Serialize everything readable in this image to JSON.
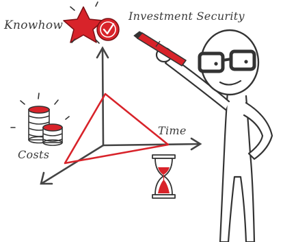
{
  "labels": {
    "knowhow": "Knowhow",
    "investment_security": "Investment Security",
    "time": "Time",
    "costs": "Costs"
  },
  "colors": {
    "accent_red": "#d8232a",
    "ink": "#333333",
    "background": "#ffffff"
  },
  "icons": [
    "star-icon",
    "checkmark-badge-icon",
    "coin-stack-icon",
    "hourglass-icon",
    "marker-pen-icon"
  ]
}
